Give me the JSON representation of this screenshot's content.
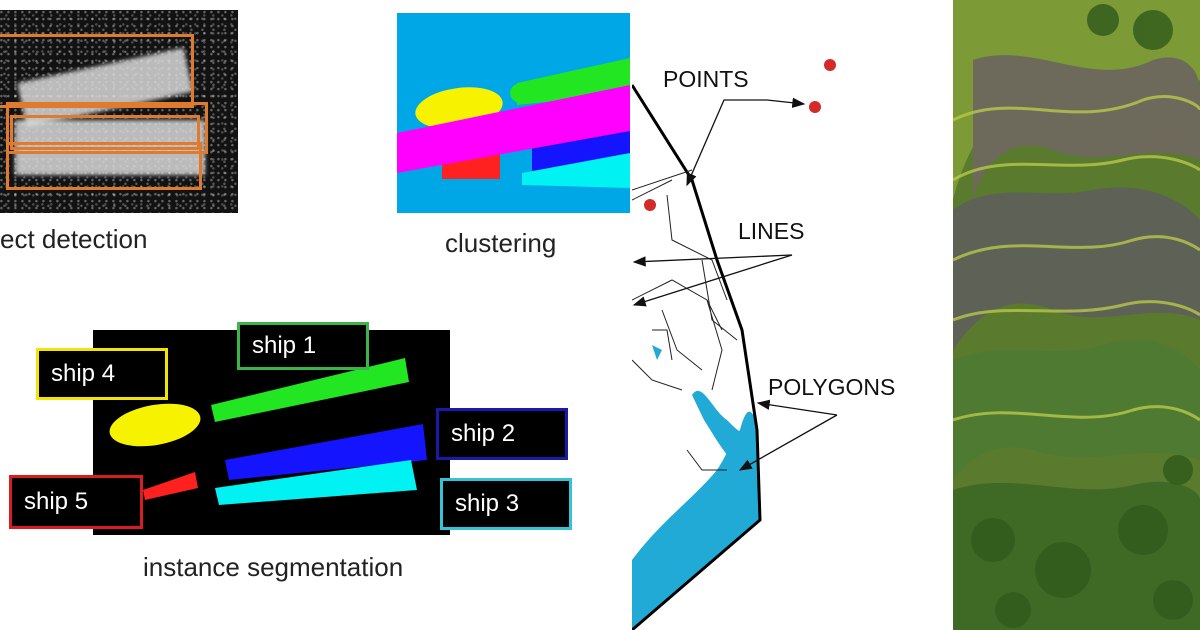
{
  "object_detection": {
    "caption": "ect detection"
  },
  "clustering": {
    "caption": "clustering"
  },
  "instance_segmentation": {
    "caption": "instance segmentation",
    "labels": [
      {
        "text": "ship 1",
        "color": "#3bb54a"
      },
      {
        "text": "ship 2",
        "color": "#1a1aa8"
      },
      {
        "text": "ship 3",
        "color": "#35c4d6"
      },
      {
        "text": "ship 4",
        "color": "#f2e600"
      },
      {
        "text": "ship 5",
        "color": "#d61e1e"
      }
    ]
  },
  "vector_types": {
    "points": "POINTS",
    "lines": "LINES",
    "polygons": "POLYGONS",
    "colors": {
      "point": "#d42a2a",
      "water": "#21aad6",
      "outline": "#000000"
    }
  },
  "segment_colors": {
    "yellow": "#f7f200",
    "green": "#22e622",
    "magenta": "#ff00ff",
    "blue": "#1414ff",
    "cyan": "#00f2f2",
    "red": "#ff2020",
    "background_blue": "#00a7e6"
  }
}
